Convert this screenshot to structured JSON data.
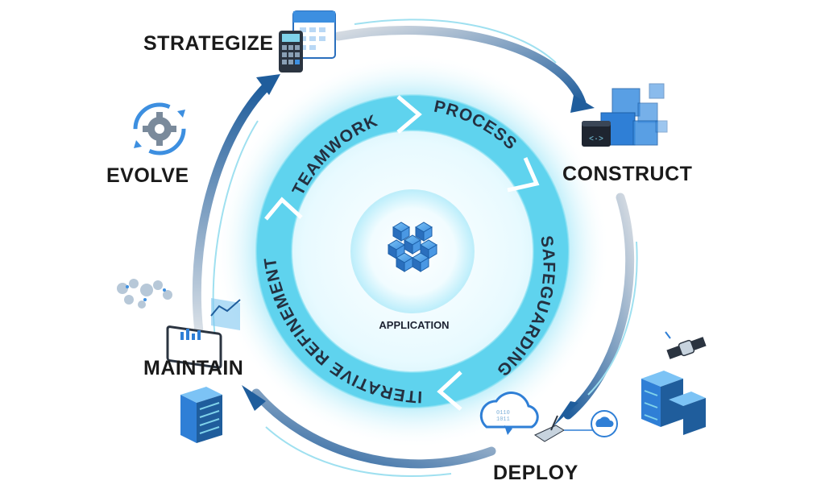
{
  "stages": {
    "strategize": "STRATEGIZE",
    "construct": "CONSTRUCT",
    "deploy": "DEPLOY",
    "maintain": "MAINTAIN",
    "evolve": "EVOLVE"
  },
  "ring": {
    "teamwork": "TEAMWORK",
    "process": "PROCESS",
    "safeguarding": "SAFEGUARDING",
    "iterative_refinement": "ITERATIVE REFINEMENT"
  },
  "center": {
    "label": "APPLICATION"
  },
  "colors": {
    "ring": "#5fd3ee",
    "arrow_dark": "#1f5d9c",
    "arrow_light": "#7fd2ea",
    "cube": "#2f7fd6",
    "text": "#1a1a1a"
  },
  "icons": {
    "strategize": "calculator-calendar-icon",
    "construct": "code-cubes-icon",
    "deploy": "cloud-servers-satellite-icon",
    "maintain": "server-rack-icon",
    "evolve": "gear-cycle-icon",
    "maintain_secondary": "world-map-analytics-icon",
    "center": "cube-cluster-icon"
  }
}
